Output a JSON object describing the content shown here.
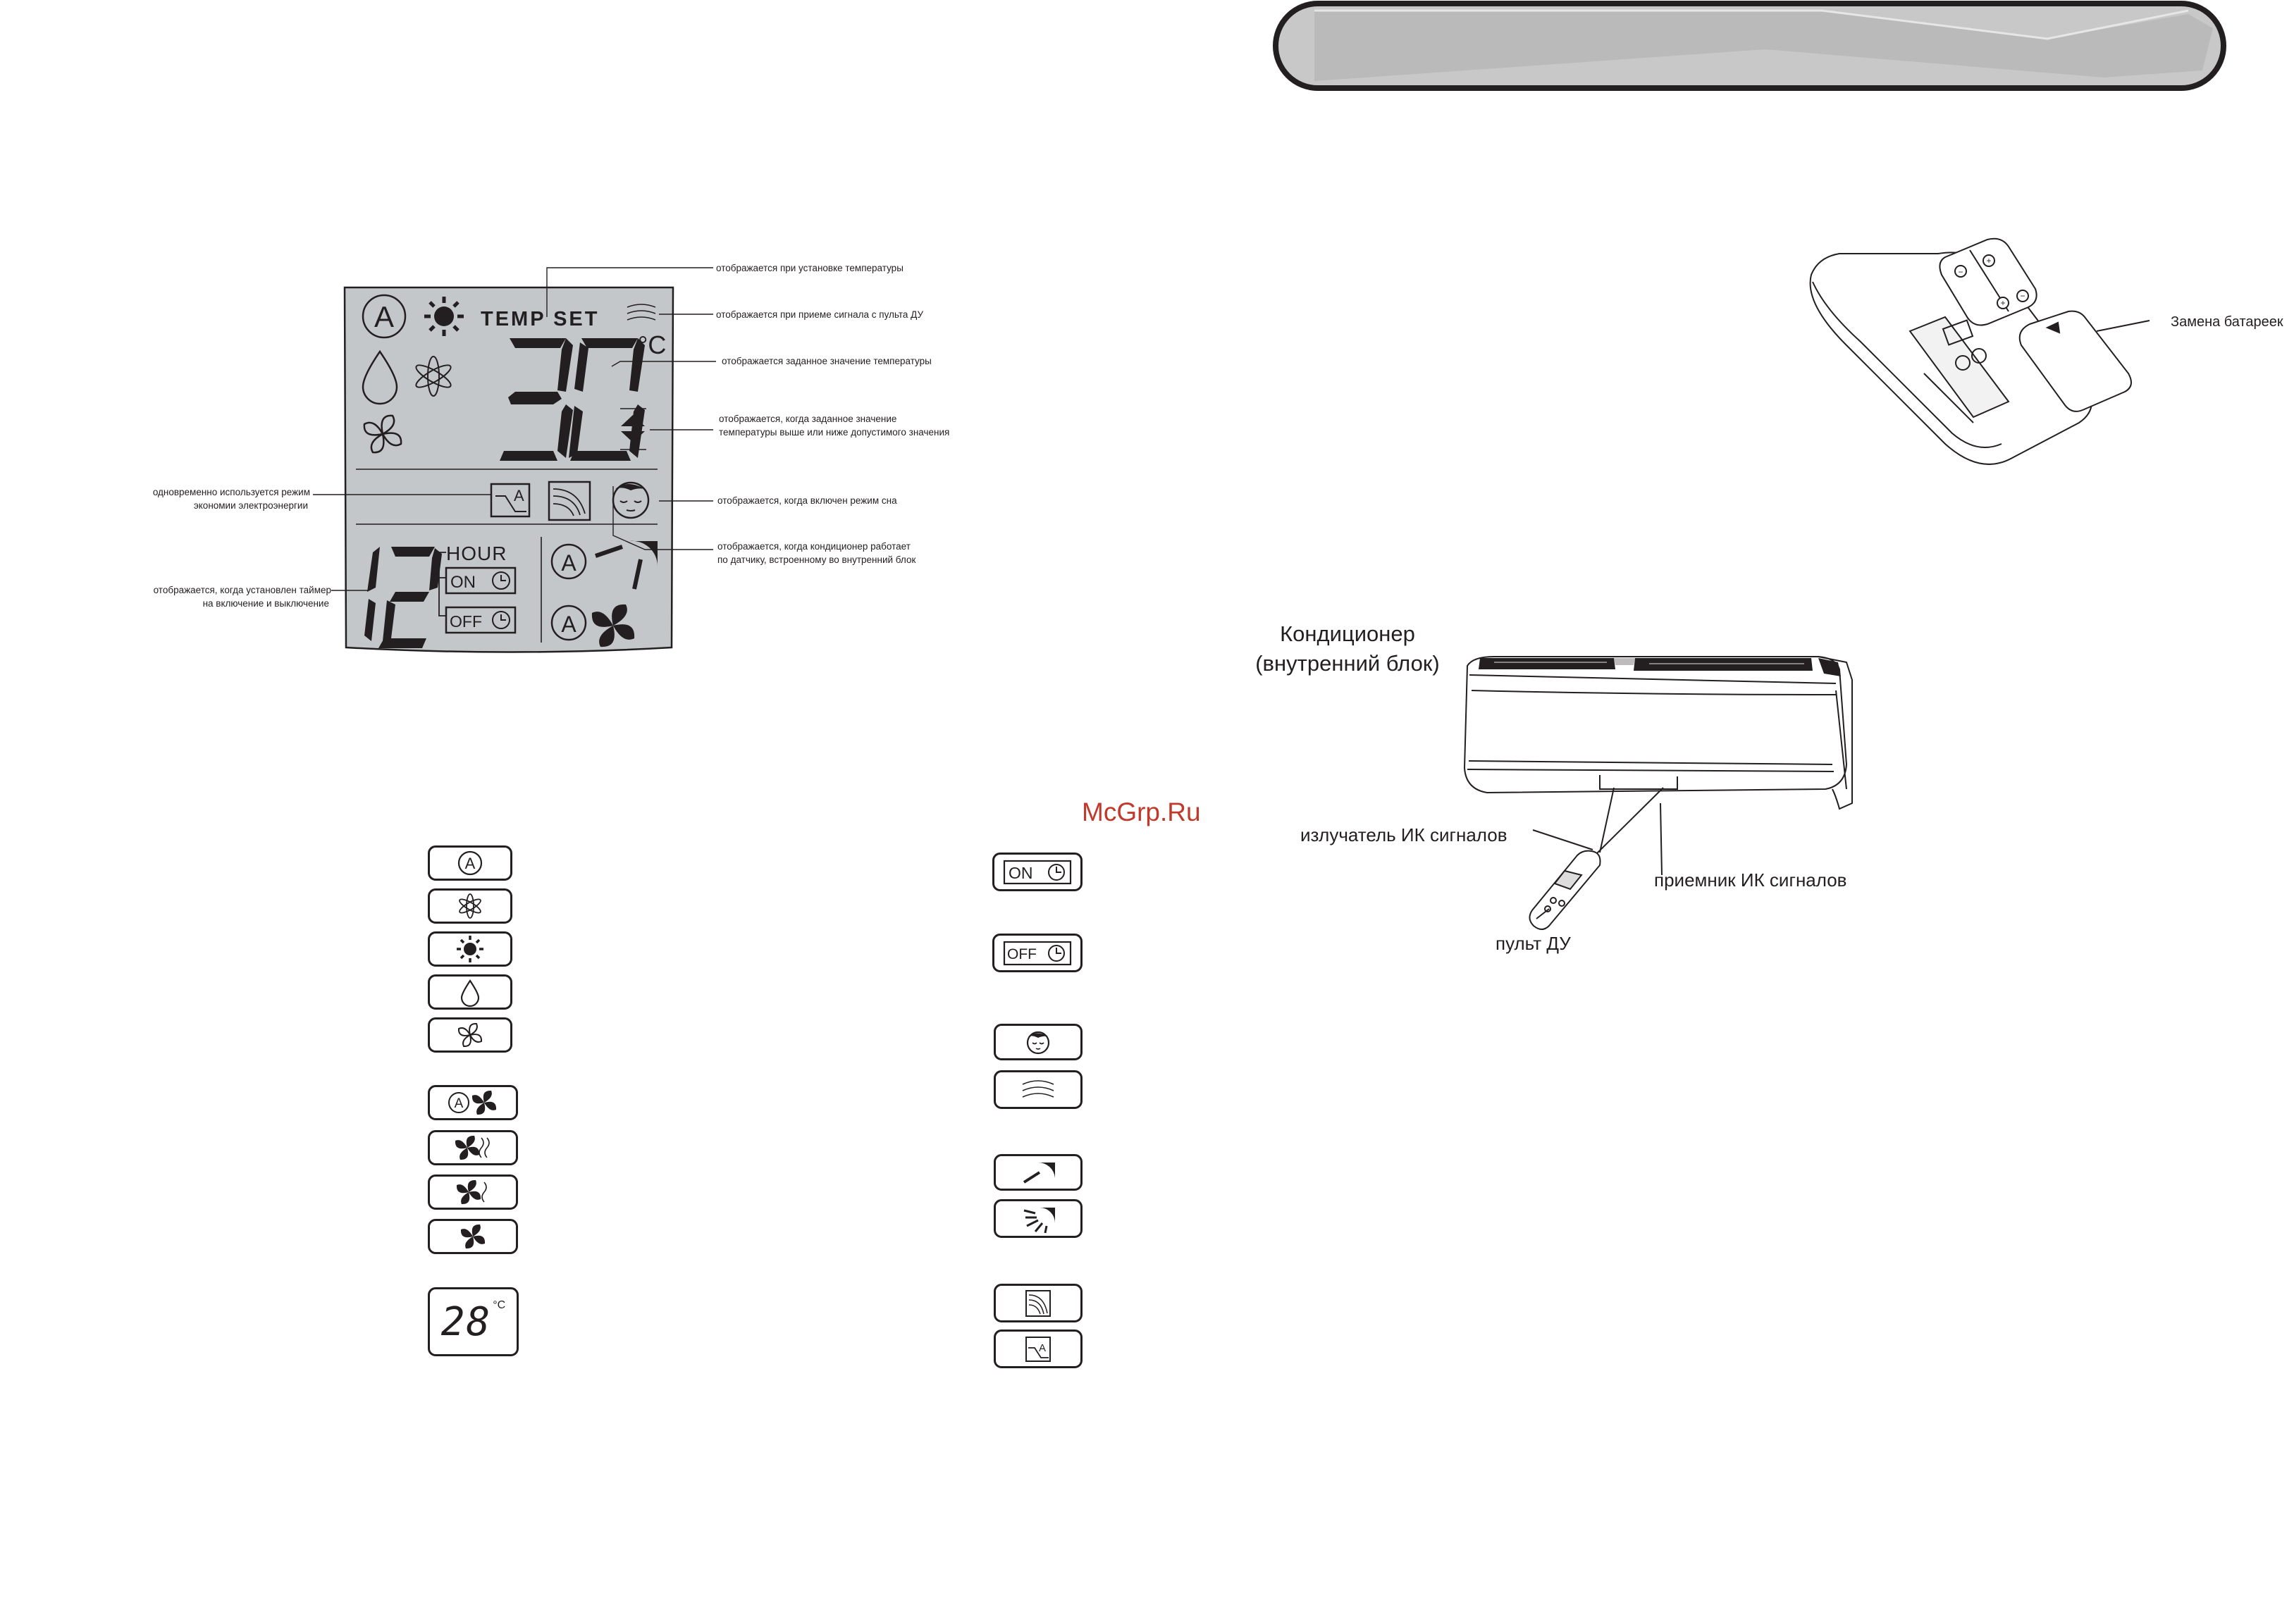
{
  "lcd": {
    "temp_set_label": "TEMP SET",
    "temperature": "30",
    "unit": "°C",
    "timer_digits": "12",
    "hour_label": "HOUR",
    "on_label": "ON",
    "off_label": "OFF",
    "auto_letter": "A"
  },
  "annotations": {
    "temp_set": "отображается при установке температуры",
    "signal": "отображается при приеме сигнала с пульта ДУ",
    "set_temp": "отображается заданное значение температуры",
    "limit_line1": "отображается, когда заданное значение",
    "limit_line2": "температуры выше или ниже допустимого значения",
    "eco_line1": "одновременно используется режим",
    "eco_line2": "экономии электроэнергии",
    "sleep": "отображается, когда включен режим сна",
    "sensor_line1": "отображается, когда кондиционер работает",
    "sensor_line2": "по датчику, встроенному во внутренний блок",
    "timer_line1": "отображается, когда установлен таймер",
    "timer_line2": "на включение и выключение"
  },
  "watermark": "McGrp.Ru",
  "legend": {
    "temp_display": "28",
    "temp_unit": "°C",
    "on_label": "ON",
    "off_label": "OFF"
  },
  "remote": {
    "battery_caption": "Замена батареек"
  },
  "unit_diagram": {
    "title_line1": "Кондиционер",
    "title_line2": "(внутренний блок)",
    "emitter": "излучатель ИК сигналов",
    "receiver": "приемник ИК сигналов",
    "remote": "пульт ДУ"
  }
}
